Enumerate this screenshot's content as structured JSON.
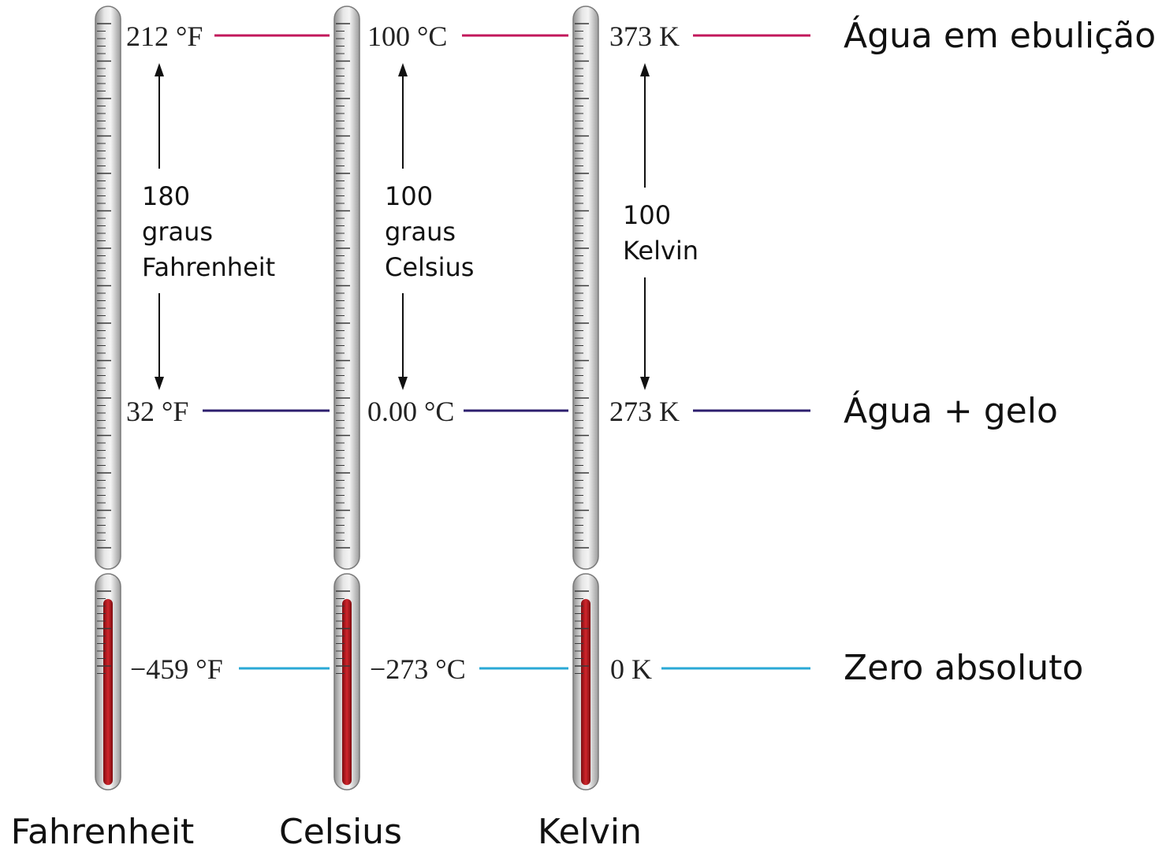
{
  "thermometers": [
    {
      "name": "Fahrenheit",
      "boiling": "212 °F",
      "freezing": "32 °F",
      "absolute_zero": "−459 °F",
      "span_lines": [
        "180",
        "graus",
        "Fahrenheit"
      ]
    },
    {
      "name": "Celsius",
      "boiling": "100 °C",
      "freezing": "0.00 °C",
      "absolute_zero": "−273 °C",
      "span_lines": [
        "100",
        "graus",
        "Celsius"
      ]
    },
    {
      "name": "Kelvin",
      "boiling": "373 K",
      "freezing": "273 K",
      "absolute_zero": "0 K",
      "span_lines": [
        "100",
        "Kelvin"
      ]
    }
  ],
  "reference_points": {
    "boiling": "Água em ebulição",
    "freezing": "Água + gelo",
    "absolute_zero": "Zero absoluto"
  },
  "colors": {
    "boiling_line": "#c2185b",
    "freezing_line": "#2c1e6e",
    "absolute_zero_line": "#29a9d6",
    "mercury": "#b3161c",
    "glass": "#c9c9c9",
    "tick": "#3a3a3a"
  }
}
